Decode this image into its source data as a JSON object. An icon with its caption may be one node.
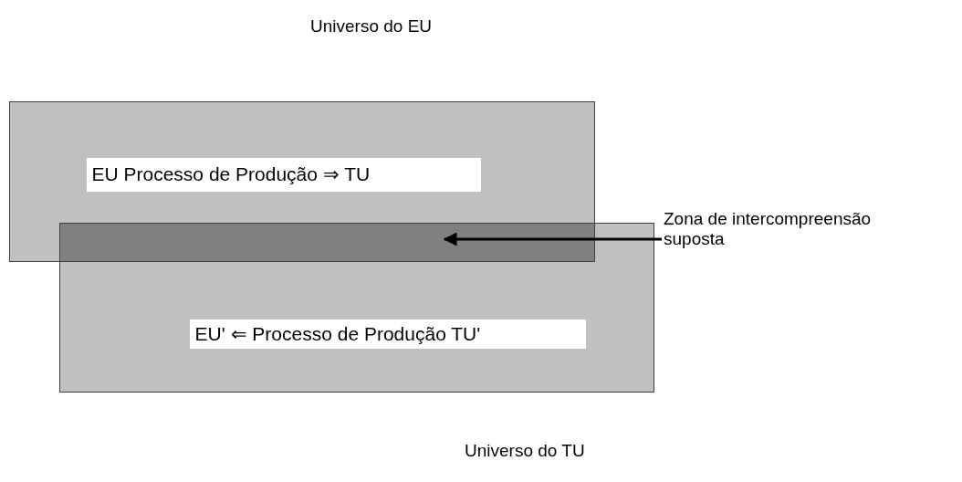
{
  "diagram": {
    "nodes": [
      {
        "text": [],
        "shape": "box"
      },
      {
        "text": [
          "EU Processo de Produção ⇒ TU"
        ],
        "in": 0
      },
      {
        "text": [],
        "shape": "box"
      },
      {
        "text": [
          "EU' ⇐ Processo de Produção TU'"
        ],
        "in": 2
      },
      {
        "text": [],
        "shape": "box"
      },
      {
        "text": [
          "Zona de intercompreensão suposta"
        ]
      }
    ],
    "edges": [
      {
        "from": 5,
        "to": 4,
        "arrow": "to"
      }
    ],
    "labels": [
      "Universo do EU",
      "Universo do TU"
    ]
  }
}
